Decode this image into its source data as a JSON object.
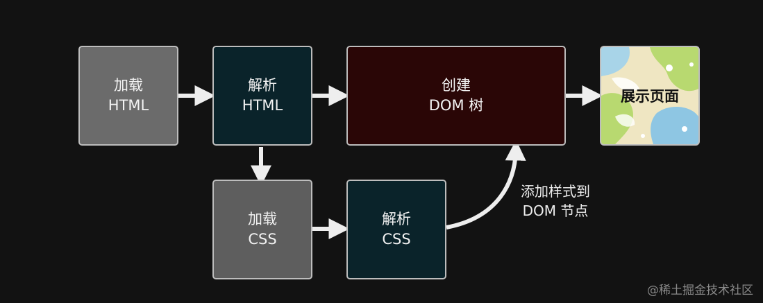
{
  "nodes": {
    "load_html": {
      "line1": "加载",
      "line2": "HTML"
    },
    "parse_html": {
      "line1": "解析",
      "line2": "HTML"
    },
    "create_dom": {
      "line1": "创建",
      "line2": "DOM 树"
    },
    "display_page": {
      "label": "展示页面"
    },
    "load_css": {
      "line1": "加载",
      "line2": "CSS"
    },
    "parse_css": {
      "line1": "解析",
      "line2": "CSS"
    }
  },
  "edge_label": {
    "line1": "添加样式到",
    "line2": "DOM 节点"
  },
  "watermark": "@稀土掘金技术社区",
  "colors": {
    "background": "#121212",
    "load_node": "#6b6b6b",
    "parse_node": "#0a232a",
    "create_node": "#2a0606",
    "border": "#bdbdbd",
    "arrow": "#eeeeee"
  }
}
